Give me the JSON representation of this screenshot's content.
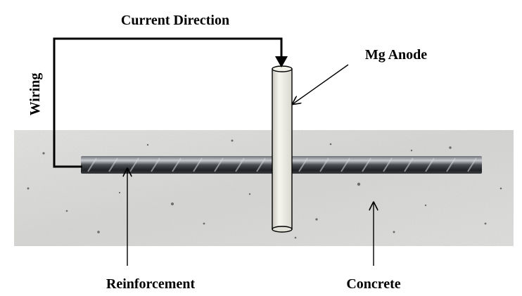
{
  "labels": {
    "current_direction": "Current Direction",
    "wiring": "Wiring",
    "mg_anode": "Mg Anode",
    "reinforcement": "Reinforcement",
    "concrete": "Concrete"
  },
  "colors": {
    "concrete": "#dcdcda",
    "rebar": "#3a3d40",
    "anode": "#efeee5",
    "wire": "#000000"
  }
}
